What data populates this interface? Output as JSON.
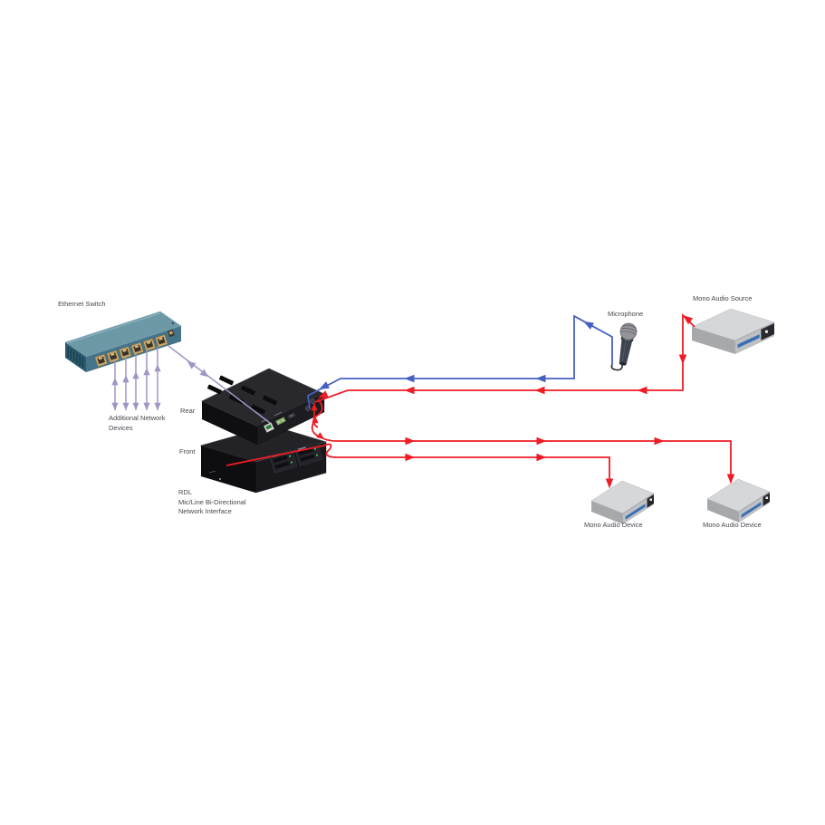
{
  "diagram": {
    "nodes": {
      "ethernet_switch": {
        "label": "Ethernet Switch"
      },
      "additional_network_devices": {
        "label": "Additional Network Devices"
      },
      "rdl_interface": {
        "rear_label": "Rear",
        "front_label": "Front",
        "caption_line1": "RDL",
        "caption_line2": "Mic/Line Bi-Directional",
        "caption_line3": "Network Interface"
      },
      "microphone": {
        "label": "Microphone"
      },
      "mono_audio_source": {
        "label": "Mono Audio Source"
      },
      "mono_audio_device_left": {
        "label": "Mono Audio Device"
      },
      "mono_audio_device_right": {
        "label": "Mono Audio Device"
      }
    },
    "colors": {
      "network_cable": "#a095c5",
      "mic_signal": "#4560c2",
      "audio_signal": "#ee1c25",
      "label_text": "#47474f",
      "switch_top": "#6d99a7",
      "switch_front": "#45748a",
      "switch_side": "#2c5b6d",
      "port_tan": "#c9a76b",
      "unit_black": "#1b1b20",
      "device_top": "#d6d7d9",
      "device_front": "#bfc0c4",
      "device_stripe": "#3b6fb4",
      "led_green": "#35c05f"
    },
    "connections": [
      {
        "from": "Ethernet Switch",
        "to": "Additional Network Devices",
        "type": "network",
        "bidirectional": true
      },
      {
        "from": "Ethernet Switch",
        "to": "RDL Network Interface (Rear)",
        "type": "network",
        "bidirectional": true
      },
      {
        "from": "Microphone",
        "to": "RDL Network Interface",
        "type": "mic_signal"
      },
      {
        "from": "Mono Audio Source",
        "to": "RDL Network Interface",
        "type": "audio_signal"
      },
      {
        "from": "RDL Network Interface",
        "to": "Mono Audio Device (left)",
        "type": "audio_signal"
      },
      {
        "from": "RDL Network Interface",
        "to": "Mono Audio Device (right)",
        "type": "audio_signal"
      }
    ]
  }
}
